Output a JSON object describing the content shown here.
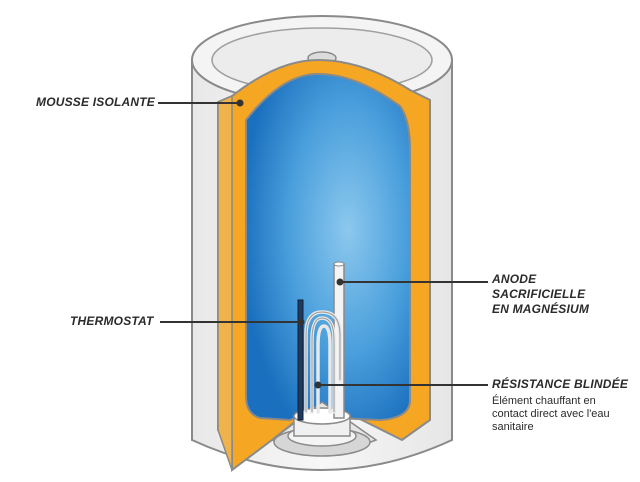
{
  "labels": {
    "insulation": "MOUSSE ISOLANTE",
    "thermostat": "THERMOSTAT",
    "anode_line1": "ANODE",
    "anode_line2": "SACRIFICIELLE",
    "anode_line3": "EN MAGNÉSIUM",
    "resistance": "RÉSISTANCE BLINDÉE",
    "resistance_desc_line1": "Élément chauffant en",
    "resistance_desc_line2": "contact direct avec l'eau",
    "resistance_desc_line3": "sanitaire"
  },
  "colors": {
    "outer_shell": "#f2f2f2",
    "outline": "#8a8a8a",
    "insulation": "#f5a623",
    "water_light": "#6bb6e6",
    "water_dark": "#1f77c4",
    "leader_line": "#333333"
  },
  "icons": [
    "water-heater-tank-icon"
  ]
}
